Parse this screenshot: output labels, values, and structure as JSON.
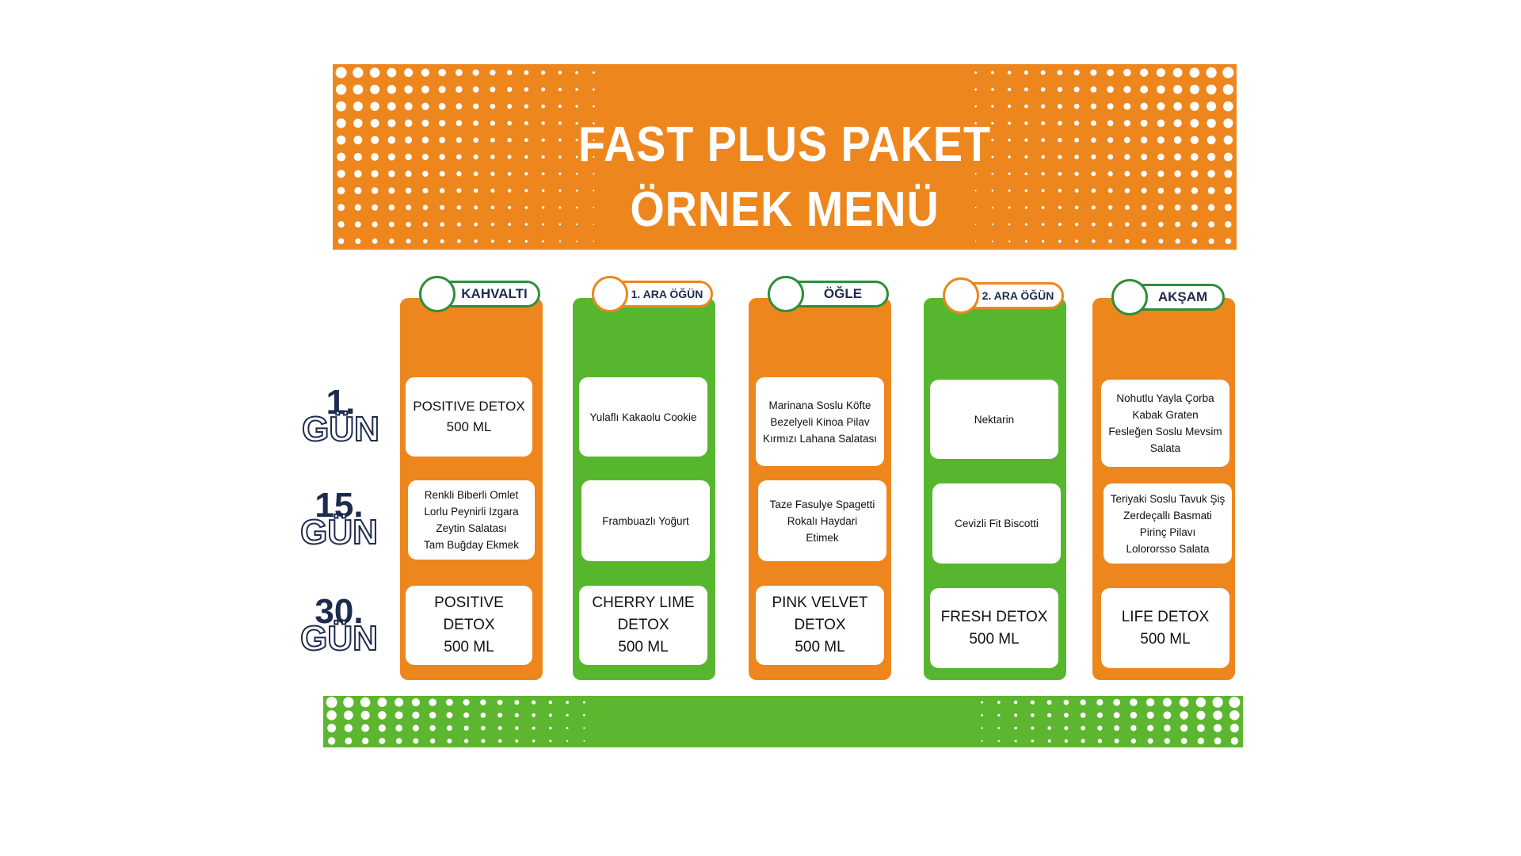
{
  "header": {
    "title_line1": "FAST PLUS PAKET",
    "title_line2": "ÖRNEK MENÜ"
  },
  "colors": {
    "orange": "#ee861e",
    "green": "#56b72f",
    "navy": "#1d2b4f"
  },
  "days": [
    "1.",
    "15.",
    "30."
  ],
  "day_suffix": "GÜN",
  "meals": [
    {
      "label": "KAHVALTI",
      "color": "orange",
      "items": [
        "POSITIVE DETOX\n500 ML",
        "Renkli Biberli Omlet\nLorlu Peynirli Izgara\nZeytin Salatası\nTam Buğday Ekmek",
        "POSITIVE\nDETOX\n500 ML"
      ]
    },
    {
      "label": "1. ARA ÖĞÜN",
      "color": "green",
      "items": [
        "Yulaflı Kakaolu Cookie",
        "Frambuazlı Yoğurt",
        "CHERRY LIME\nDETOX\n500 ML"
      ]
    },
    {
      "label": "ÖĞLE",
      "color": "orange",
      "items": [
        "Marinana Soslu Köfte\nBezelyeli Kinoa Pilav\nKırmızı Lahana Salatası",
        "Taze Fasulye Spagetti\nRokalı Haydari\nEtimek",
        "PINK VELVET\nDETOX\n500 ML"
      ]
    },
    {
      "label": "2. ARA ÖĞÜN",
      "color": "green",
      "items": [
        "Nektarin",
        "Cevizli Fit Biscotti",
        "FRESH DETOX\n500 ML"
      ]
    },
    {
      "label": "AKŞAM",
      "color": "orange",
      "items": [
        "Nohutlu Yayla Çorba\nKabak Graten\nFesleğen Soslu Mevsim\nSalata",
        "Teriyaki Soslu Tavuk Şiş\nZerdeçallı Basmati\nPirinç Pilavı\nLolororsso Salata",
        "LIFE DETOX\n500 ML"
      ]
    }
  ]
}
